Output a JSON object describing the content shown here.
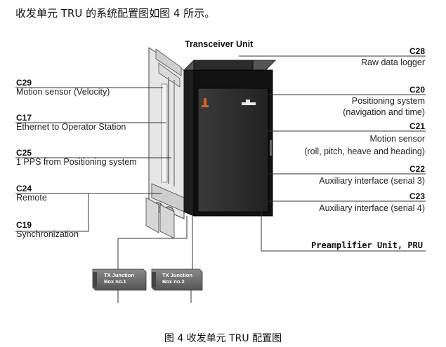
{
  "intro": "收发单元 TRU 的系统配置图如图 4 所示。",
  "caption": "图 4  收发单元 TRU 配置图",
  "unit_title": "Transceiver Unit",
  "left_labels": [
    {
      "code": "C29",
      "desc": "Motion sensor (Velocity)"
    },
    {
      "code": "C17",
      "desc": "Ethernet to Operator Station"
    },
    {
      "code": "C25",
      "desc": "1 PPS from Positioning system"
    },
    {
      "code": "C24",
      "desc": "Remote"
    },
    {
      "code": "C19",
      "desc": "Synchronization"
    }
  ],
  "right_labels": [
    {
      "code": "C28",
      "line1": "Raw data logger",
      "line2": ""
    },
    {
      "code": "C20",
      "line1": "Positioning system",
      "line2": "(navigation and time)"
    },
    {
      "code": "C21",
      "line1": "Motion sensor",
      "line2": "(roll, pitch, heave and heading)"
    },
    {
      "code": "C22",
      "line1": "Auxiliary interface (serial 3)",
      "line2": ""
    },
    {
      "code": "C23",
      "line1": "Auxiliary interface (serial 4)",
      "line2": ""
    }
  ],
  "pru_label": "Preamplifier Unit, PRU",
  "junction_boxes": [
    {
      "line1": "TX Junction",
      "line2": "Box no.1"
    },
    {
      "line1": "TX Junction",
      "line2": "Box no.2"
    }
  ]
}
